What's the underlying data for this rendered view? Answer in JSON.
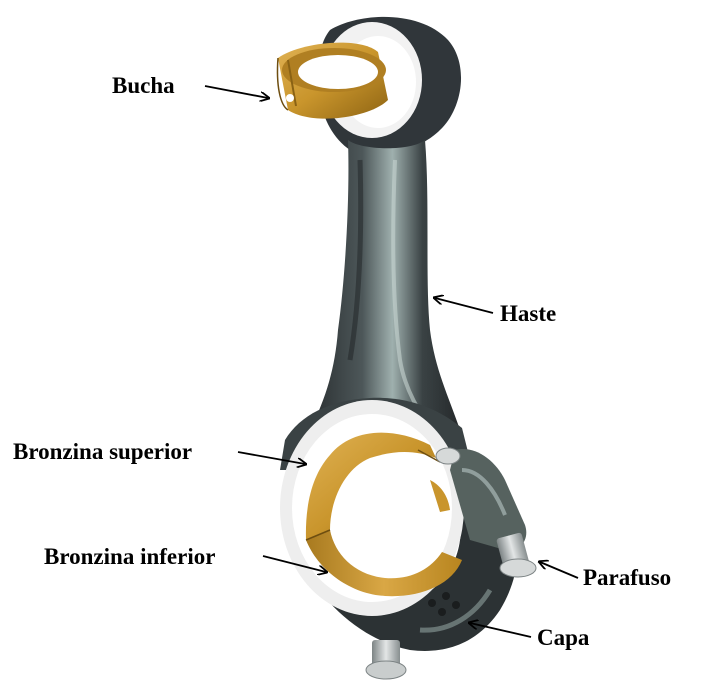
{
  "labels": {
    "bucha": "Bucha",
    "haste": "Haste",
    "bronzina_superior": "Bronzina superior",
    "bronzina_inferior": "Bronzina inferior",
    "parafuso": "Parafuso",
    "capa": "Capa"
  },
  "colors": {
    "rod_dark": "#2f3436",
    "rod_mid": "#5b6668",
    "rod_highlight": "#a9b8b6",
    "bearing_bronze": "#c9952c",
    "bearing_bronze_dark": "#9b6f17",
    "bearing_face": "#f1f1f1",
    "bolt": "#b9bdbd",
    "arrow": "#000000"
  }
}
